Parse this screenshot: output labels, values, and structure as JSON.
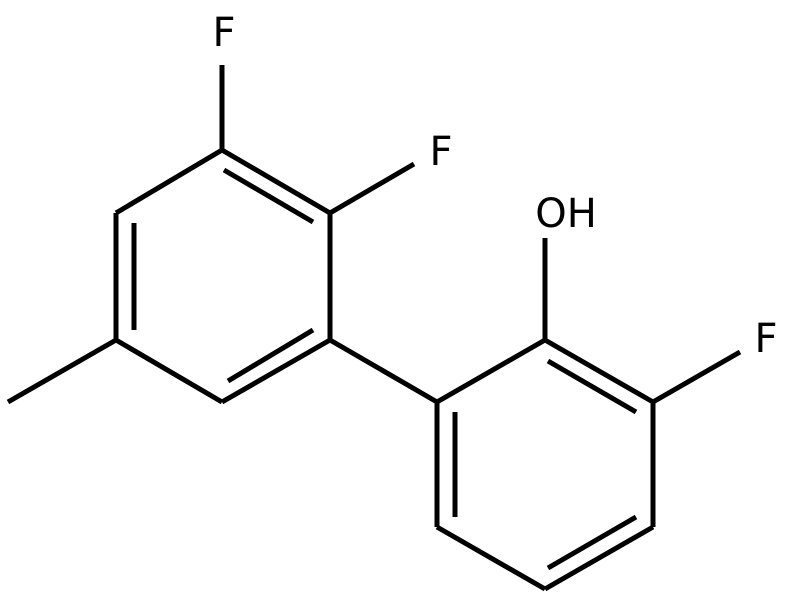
{
  "molecule": {
    "atoms": {
      "f_top": "F",
      "f_upper": "F",
      "oh": "OH",
      "f_right": "F"
    }
  }
}
